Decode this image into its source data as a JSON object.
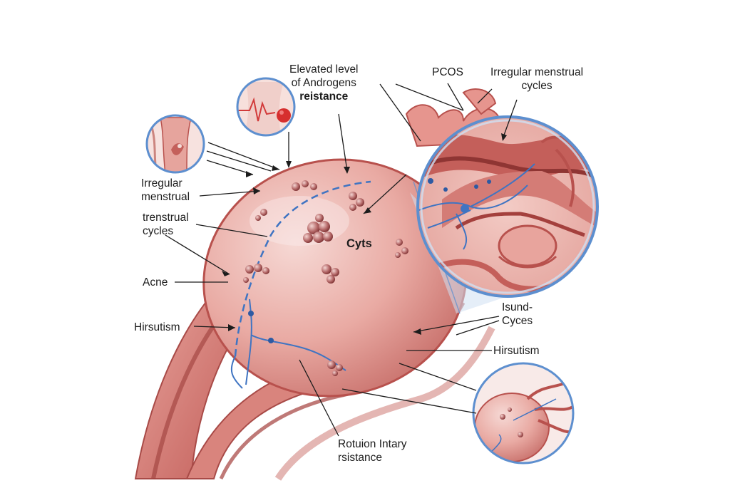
{
  "labels": {
    "elevated_androgens": {
      "line1": "Elevated level",
      "line2": "of Androgens",
      "line3": "reistance"
    },
    "pcos": "PCOS",
    "irregular_cycles_top": {
      "line1": "Irregular menstrual",
      "line2": "cycles"
    },
    "irregular_menstrual_left": {
      "line1": "Irregular",
      "line2": "menstrual"
    },
    "trenstrual_cycles": {
      "line1": "trenstrual",
      "line2": "cycles"
    },
    "cyts": "Cyts",
    "acne": "Acne",
    "hirsutism_left": "Hirsutism",
    "isund_cyces": {
      "line1": "Isund-",
      "line2": "Cyces"
    },
    "hirsutism_right": "Hirsutism",
    "rotuion_intary": {
      "line1": "Rotuion Intary",
      "line2": "rsistance"
    }
  },
  "colors": {
    "tissue_light": "#f2c9c4",
    "tissue_mid": "#e39a92",
    "tissue_dark": "#b8514d",
    "vessel_blue": "#3f74c2",
    "lens_blue": "#5d8fcf",
    "cyst_dark": "#8a3b3c",
    "pointer": "#1c1c1c"
  },
  "icons": [
    "uterus-inset-icon",
    "heartbeat-inset-icon",
    "ovary-zoom-inset",
    "small-ovary-inset"
  ]
}
